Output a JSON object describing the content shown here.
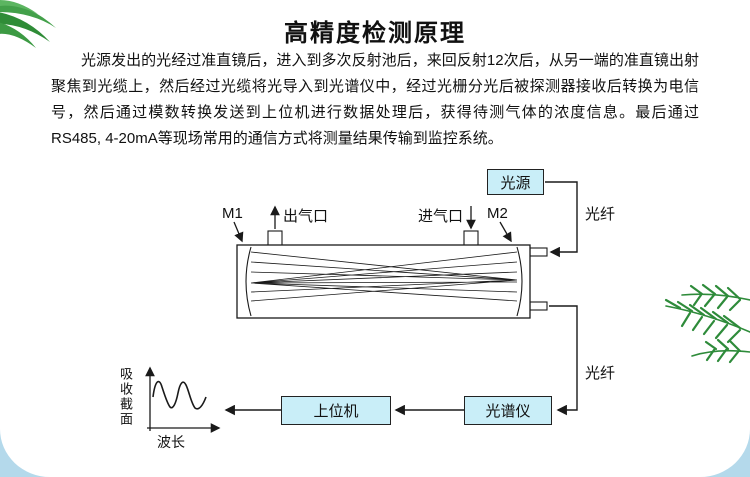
{
  "page": {
    "title": "高精度检测原理",
    "paragraph": "光源发出的光经过准直镜后，进入到多次反射池后，来回反射12次后，从另一端的准直镜出射聚焦到光缆上，然后经过光缆将光导入到光谱仪中，经过光栅分光后被探测器接收后转换为电信号，然后通过模数转换发送到上位机进行数据处理后，获得待测气体的浓度信息。最后通过RS485, 4-20mA等现场常用的通信方式将测量结果传输到监控系统。"
  },
  "diagram": {
    "light_source": "光源",
    "fiber_top": "光纤",
    "fiber_bottom": "光纤",
    "mirror_left": "M1",
    "mirror_right": "M2",
    "gas_outlet": "出气口",
    "gas_inlet": "进气口",
    "spectrometer": "光谱仪",
    "host_computer": "上位机",
    "graph_y_label": "吸收截面",
    "graph_x_label": "波长"
  },
  "colors": {
    "box_fill": "#c9eef8",
    "box_border": "#222222",
    "line": "#1a1a1a",
    "leaf_green": "#2f8c37",
    "corner_blue": "#b4d9eb"
  }
}
